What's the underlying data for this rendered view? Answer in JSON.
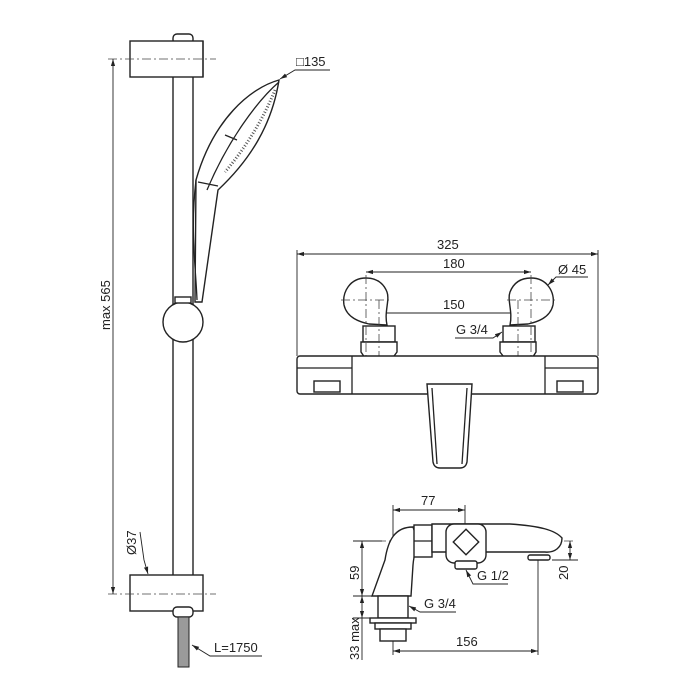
{
  "shower_rail": {
    "height_label": "max 565",
    "handshower_label": "□135",
    "bracket_diameter_label": "Ø37",
    "hose_length_label": "L=1750"
  },
  "thermostat_front": {
    "overall_width_label": "325",
    "connection_centres_label": "180",
    "inner_centres_label": "150",
    "handle_diameter_label": "Ø 45",
    "connection_thread_label": "G 3/4"
  },
  "thermostat_side": {
    "depth_label": "77",
    "height_label": "59",
    "outlet_thread_label": "G 1/2",
    "inlet_thread_label": "G 3/4",
    "spout_projection_label": "156",
    "spout_height_label": "20",
    "deck_thickness_label": "33 max"
  },
  "colors": {
    "line": "#222222",
    "hose": "#9a9a9a"
  }
}
